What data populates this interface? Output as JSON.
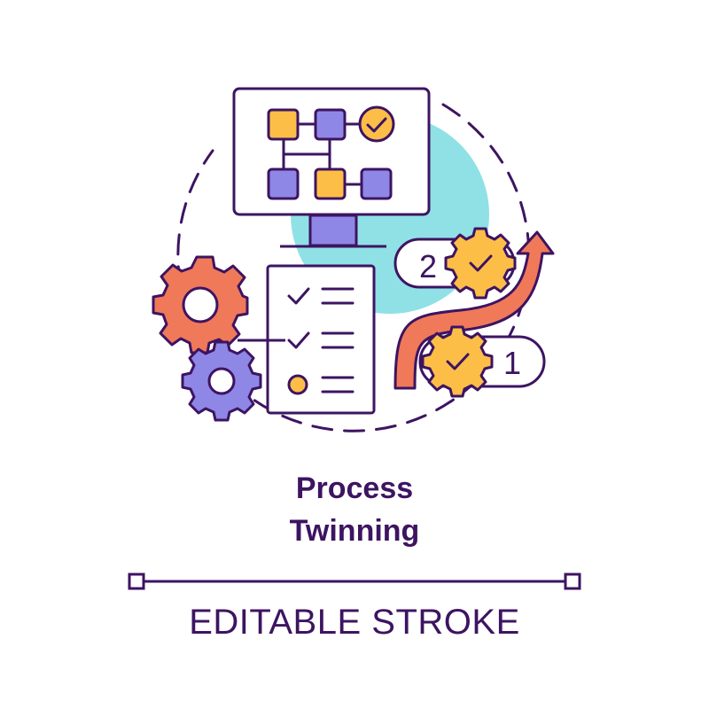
{
  "title": {
    "line1": "Process",
    "line2": "Twinning"
  },
  "footer_label": "EDITABLE STROKE",
  "badges": {
    "upper": "2",
    "lower": "1"
  },
  "icons": [
    "monitor-flowchart-icon",
    "checklist-clipboard-icon",
    "gear-icon",
    "checkmark-gear-icon",
    "curved-arrow-icon"
  ],
  "colors": {
    "outline": "#3d1461",
    "orange": "#f0795a",
    "yellow": "#fdbe48",
    "purple": "#8e87e6",
    "cyan": "#8fe1e6"
  }
}
